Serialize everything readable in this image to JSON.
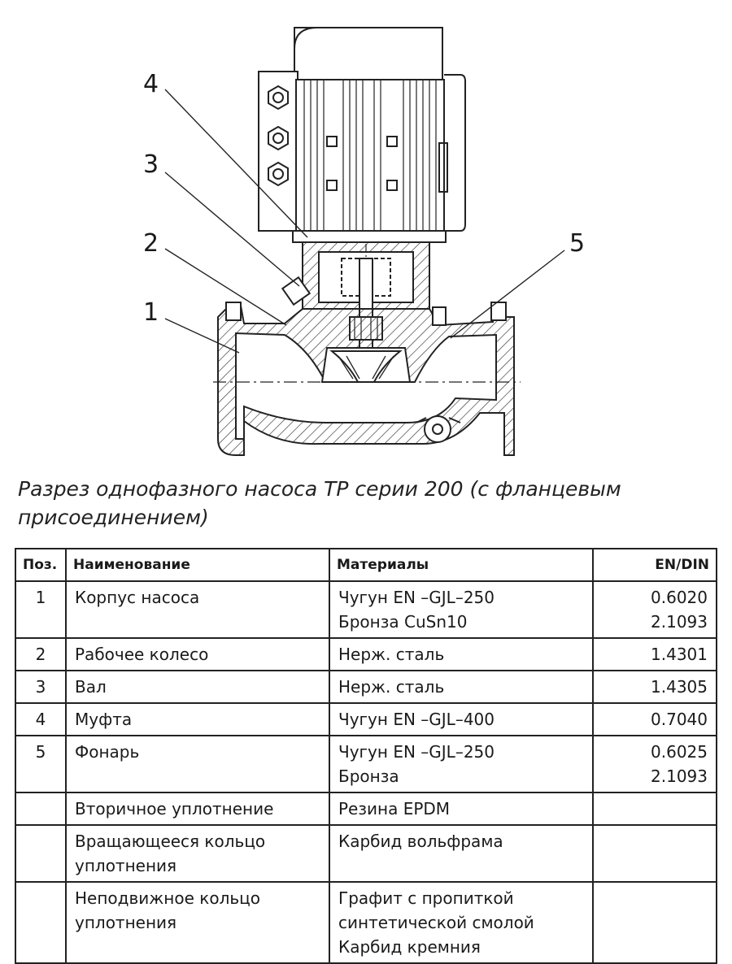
{
  "callouts": [
    "4",
    "3",
    "2",
    "1",
    "5"
  ],
  "caption": "Разрез однофазного насоса TP серии 200 (с фланцевым присоединением)",
  "table": {
    "headers": {
      "pos": "Поз.",
      "name": "Наименование",
      "materials": "Материалы",
      "en_din": "EN/DIN"
    },
    "rows": [
      {
        "pos": "1",
        "name": [
          "Корпус насоса"
        ],
        "materials": [
          "Чугун EN –GJL–250",
          "Бронза CuSn10"
        ],
        "en_din": [
          "0.6020",
          "2.1093"
        ]
      },
      {
        "pos": "2",
        "name": [
          "Рабочее колесо"
        ],
        "materials": [
          "Нерж. сталь"
        ],
        "en_din": [
          "1.4301"
        ]
      },
      {
        "pos": "3",
        "name": [
          "Вал"
        ],
        "materials": [
          "Нерж. сталь"
        ],
        "en_din": [
          "1.4305"
        ]
      },
      {
        "pos": "4",
        "name": [
          "Муфта"
        ],
        "materials": [
          "Чугун EN –GJL–400"
        ],
        "en_din": [
          "0.7040"
        ]
      },
      {
        "pos": "5",
        "name": [
          "Фонарь"
        ],
        "materials": [
          "Чугун EN –GJL–250",
          "Бронза"
        ],
        "en_din": [
          "0.6025",
          "2.1093"
        ]
      },
      {
        "pos": "",
        "name": [
          "Вторичное уплотнение"
        ],
        "materials": [
          "Резина EPDM"
        ],
        "en_din": []
      },
      {
        "pos": "",
        "name": [
          "Вращающееся кольцо уплотнения"
        ],
        "materials": [
          "Карбид вольфрама"
        ],
        "en_din": []
      },
      {
        "pos": "",
        "name": [
          "Неподвижное кольцо уплотнения"
        ],
        "materials": [
          "Графит с пропиткой синтетической смолой",
          "Карбид кремния"
        ],
        "en_din": []
      }
    ]
  }
}
